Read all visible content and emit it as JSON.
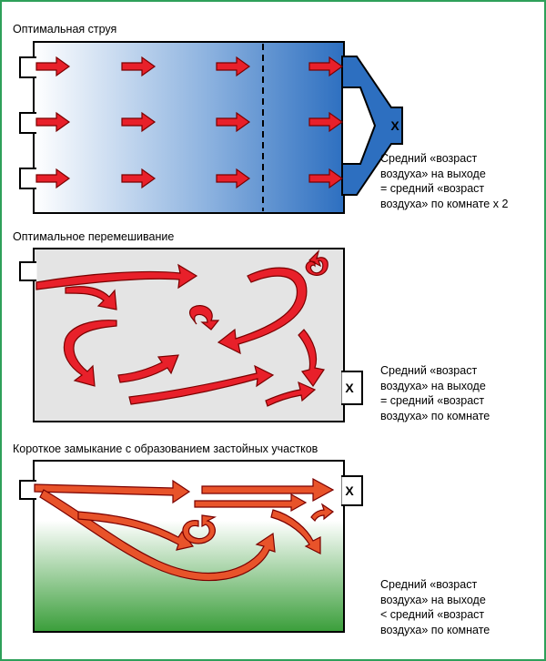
{
  "panels": [
    {
      "title": "Оптимальная струя",
      "exit_label": "X",
      "note": [
        "Средний «возраст",
        "воздуха» на выходе",
        "= средний «возраст",
        "воздуха» по комнате x 2"
      ]
    },
    {
      "title": "Оптимальное перемешивание",
      "exit_label": "X",
      "note": [
        "Средний «возраст",
        "воздуха» на выходе",
        "= средний «возраст",
        "воздуха» по комнате"
      ]
    },
    {
      "title": "Короткое замыкание с образованием застойных участков",
      "exit_label": "X",
      "note": [
        "Средний «возраст",
        "воздуха» на выходе",
        "< средний «возраст",
        "воздуха» по комнате"
      ]
    }
  ],
  "colors": {
    "border": "#2ea05a",
    "arrow": "#e8202a",
    "arrow_outline": "#7a0000",
    "panel1_blue": "#2d6fc0",
    "panel2_gray": "#e4e4e4",
    "panel3_green": "#3a9e3a"
  }
}
